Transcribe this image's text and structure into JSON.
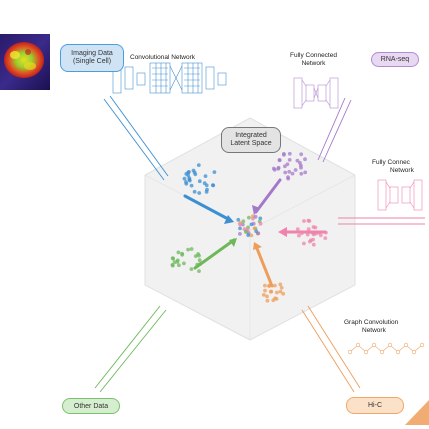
{
  "modalities": {
    "imaging": {
      "label_line1": "Imaging Data",
      "label_line2": "(Single Cell)",
      "color": "#4a9fd8"
    },
    "rna": {
      "label": "RNA-seq",
      "color": "#b58ad0"
    },
    "other": {
      "label": "Other Data",
      "color": "#7dc06e"
    },
    "hic": {
      "label": "Hi-C",
      "color": "#f0a868"
    },
    "fifth": {
      "color": "#f08cb0"
    }
  },
  "networks": {
    "cnn": {
      "label": "Convolutional Network"
    },
    "fc_top": {
      "label_line1": "Fully Connected",
      "label_line2": "Network"
    },
    "fc_right": {
      "label_line1": "Fully Connec",
      "label_line2": "Network"
    },
    "gcn": {
      "label_line1": "Graph Convolution",
      "label_line2": "Network"
    }
  },
  "latent": {
    "label_line1": "Integrated",
    "label_line2": "Latent Space"
  },
  "colors": {
    "blue": "#3d8fd1",
    "purple": "#a579c9",
    "green": "#6db85a",
    "orange": "#ee9d5a",
    "pink": "#ef83ab",
    "hex_fill": "#f0f0f0",
    "hex_stroke": "#dddddd"
  }
}
